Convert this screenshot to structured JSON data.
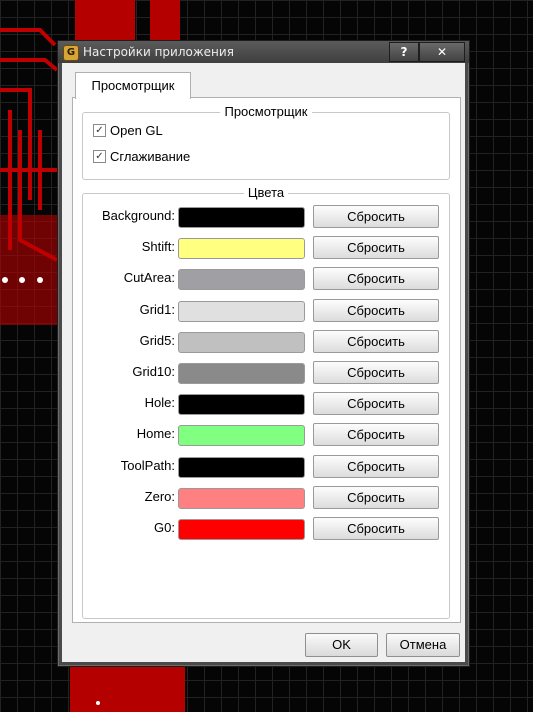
{
  "window": {
    "title": "Настройки приложения",
    "help_label": "?",
    "close_label": "✕",
    "icon_glyph": "G"
  },
  "tabs": [
    {
      "label": "Просмотрщик"
    }
  ],
  "viewer_group": {
    "title": "Просмотрщик",
    "options": [
      {
        "label": "Open GL",
        "checked": true
      },
      {
        "label": "Сглаживание",
        "checked": true
      }
    ]
  },
  "colors_group": {
    "title": "Цвета",
    "reset_label": "Сбросить",
    "items": [
      {
        "label": "Background:",
        "color": "#000000"
      },
      {
        "label": "Shtift:",
        "color": "#ffff80"
      },
      {
        "label": "CutArea:",
        "color": "#a0a0a4"
      },
      {
        "label": "Grid1:",
        "color": "#e0e0e0"
      },
      {
        "label": "Grid5:",
        "color": "#c0c0c0"
      },
      {
        "label": "Grid10:",
        "color": "#8a8a8a"
      },
      {
        "label": "Hole:",
        "color": "#000000"
      },
      {
        "label": "Home:",
        "color": "#80ff80"
      },
      {
        "label": "ToolPath:",
        "color": "#000000"
      },
      {
        "label": "Zero:",
        "color": "#ff8080"
      },
      {
        "label": "G0:",
        "color": "#ff0000"
      }
    ]
  },
  "buttons": {
    "ok": "OK",
    "cancel": "Отмена"
  },
  "check_glyph": "✓"
}
